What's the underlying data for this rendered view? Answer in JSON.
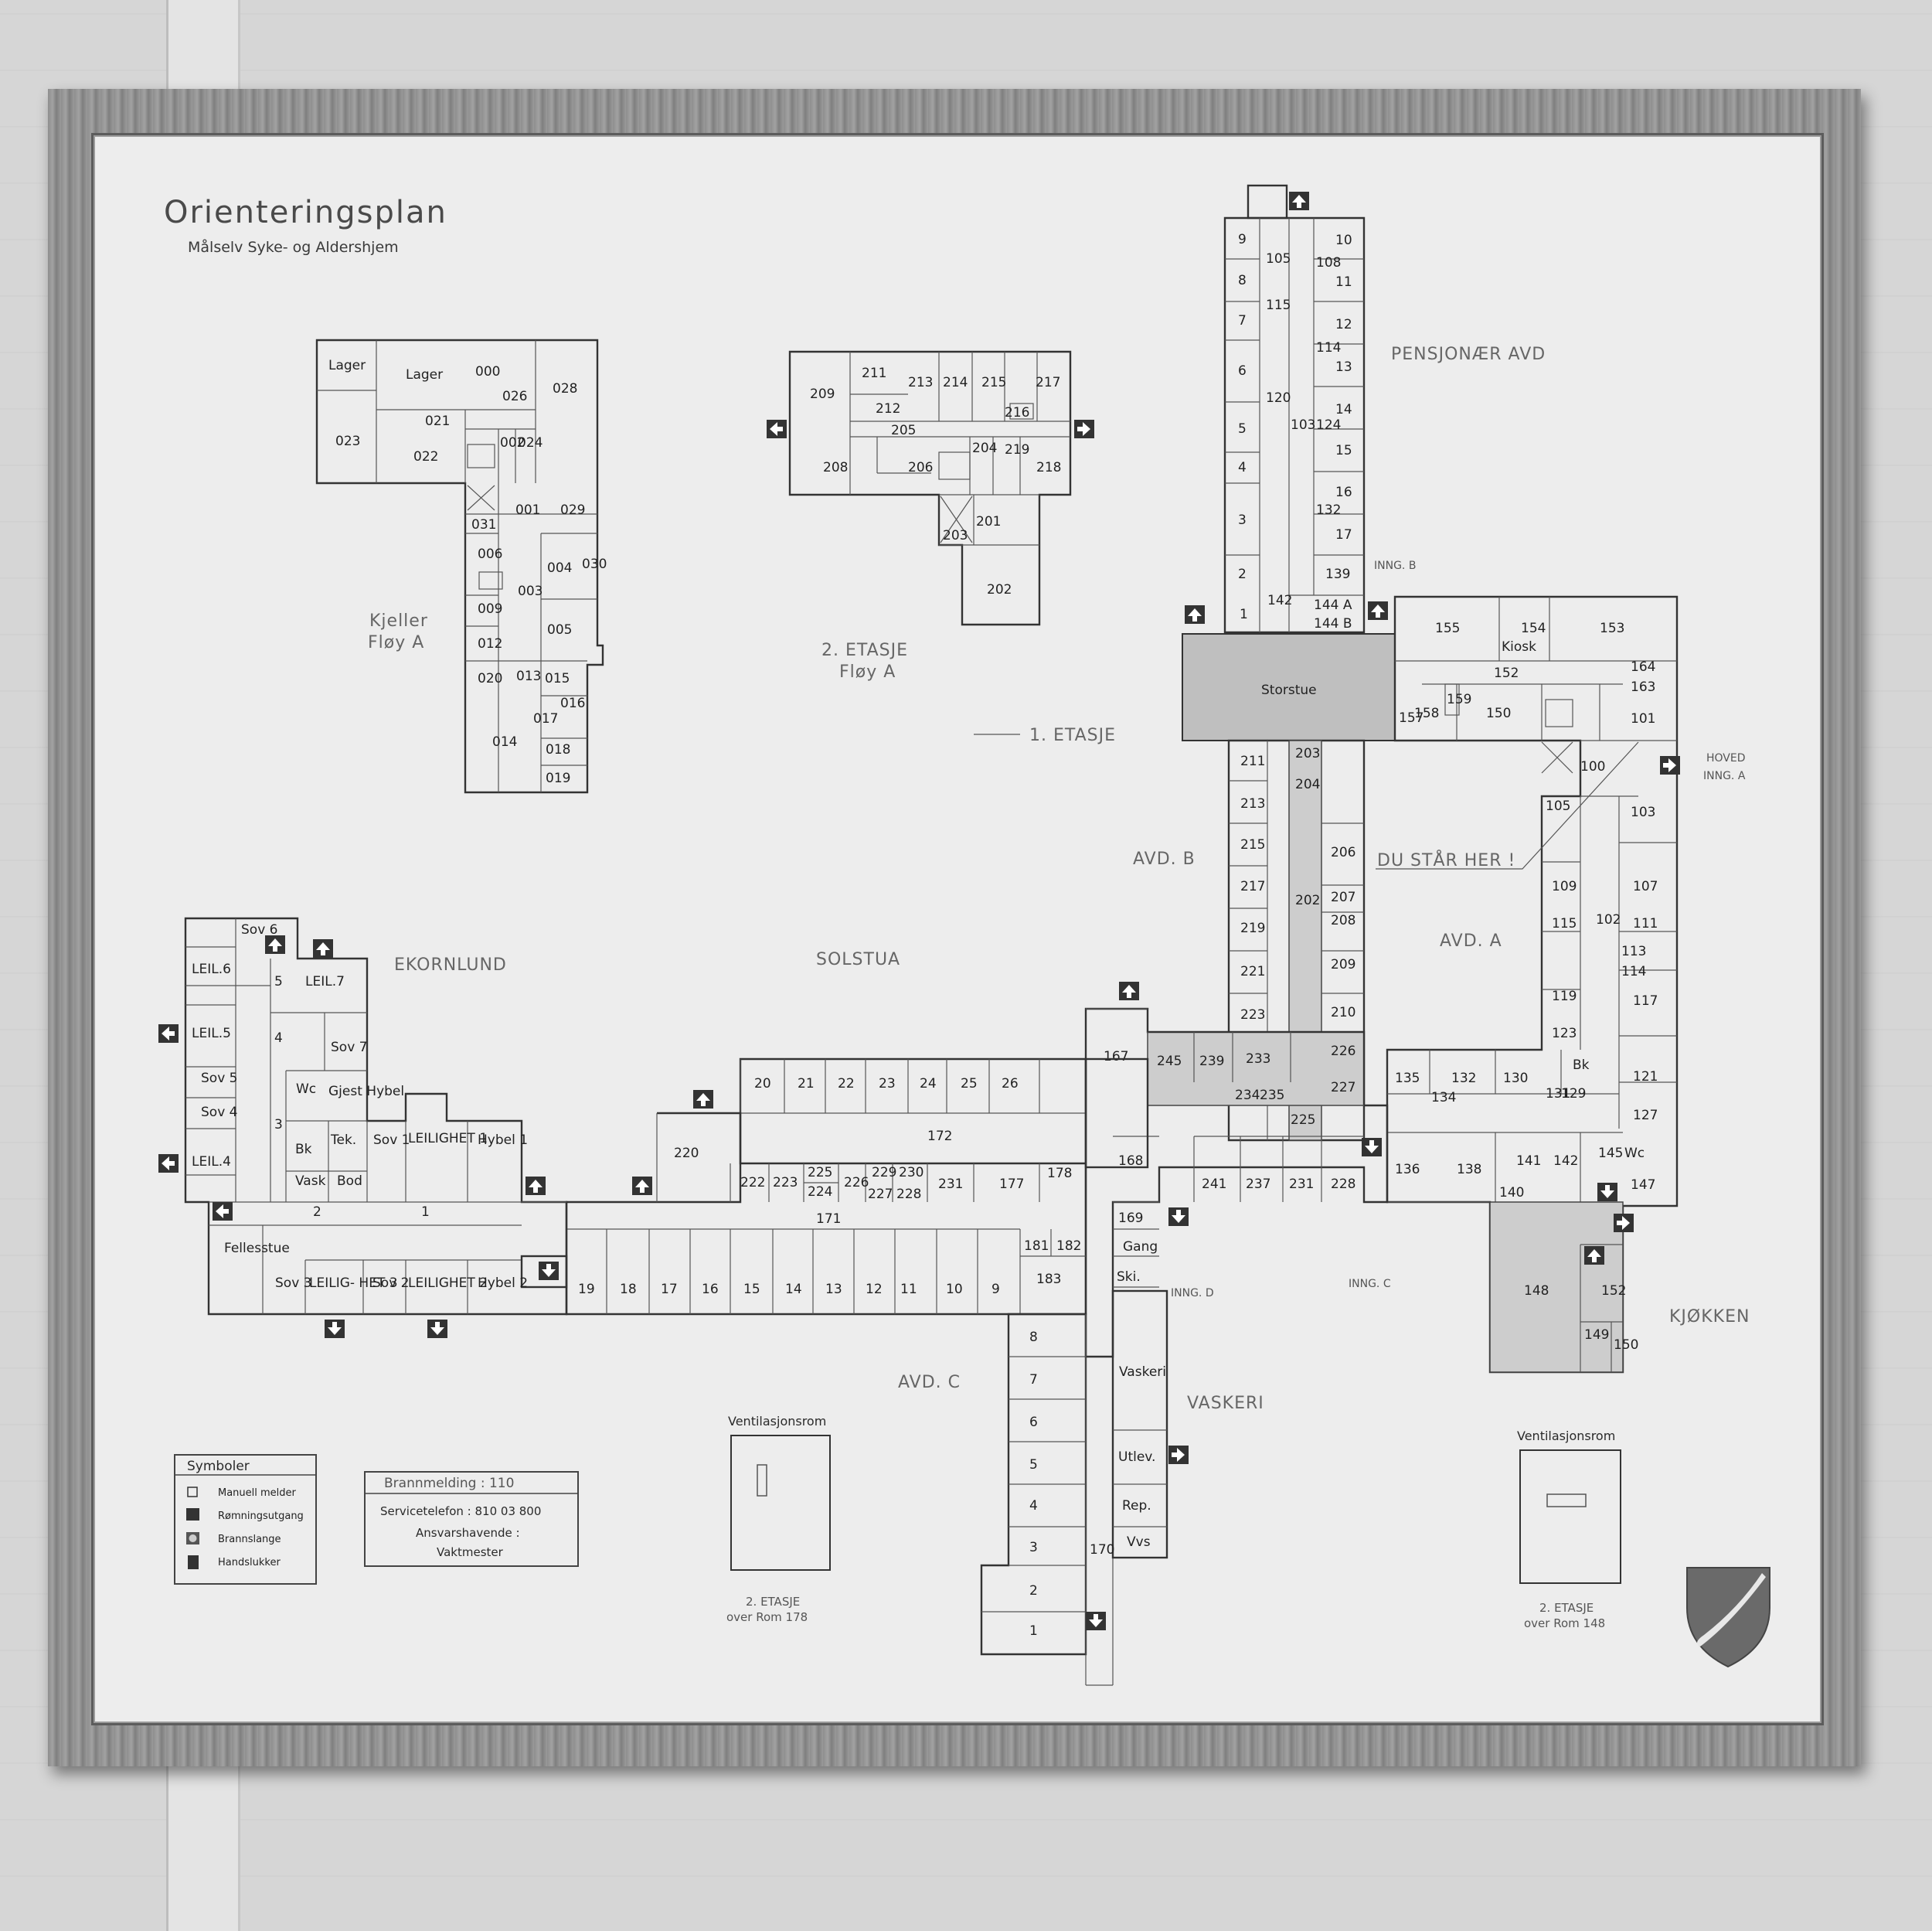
{
  "title": "Orienteringsplan",
  "subtitle": "Målselv Syke- og Aldershjem",
  "section_labels": {
    "kjeller": [
      "Kjeller",
      "Fløy A"
    ],
    "etasje2": [
      "2. ETASJE",
      "Fløy A"
    ],
    "etasje1": "1. ETASJE",
    "pensjonaer": "PENSJONÆR AVD",
    "avd_a": "AVD. A",
    "avd_b": "AVD. B",
    "avd_c": "AVD. C",
    "ekornlund": "EKORNLUND",
    "solstua": "SOLSTUA",
    "kjokken": "KJØKKEN",
    "vaskeri": "VASKERI",
    "du_star_her": "DU STÅR HER !",
    "inng_b": "INNG. B",
    "inng_c": "INNG. C",
    "inng_d": "INNG. D",
    "hoved_inng": [
      "HOVED",
      "INNG. A"
    ],
    "storstue": "Storstue"
  },
  "legend": {
    "title": "Symboler",
    "items": [
      "Manuell melder",
      "Rømningsutgang",
      "Brannslange",
      "Handslukker"
    ]
  },
  "info_box": {
    "brannmelding": "Brannmelding  :   110",
    "servicetelefon": "Servicetelefon  :  810 03 800",
    "ansvarshavende": "Ansvarshavende  :",
    "vaktmester": "Vaktmester"
  },
  "ventilasjon_left": {
    "title": "Ventilasjonsrom",
    "note1": "2. ETASJE",
    "note2": "over Rom 178"
  },
  "ventilasjon_right": {
    "title": "Ventilasjonsrom",
    "note1": "2. ETASJE",
    "note2": "over Rom 148"
  },
  "kjeller_rooms": [
    "Lager",
    "Lager",
    "000",
    "026",
    "028",
    "021",
    "023",
    "022",
    "002",
    "024",
    "031",
    "001",
    "029",
    "006",
    "004",
    "030",
    "009",
    "003",
    "005",
    "012",
    "020",
    "013",
    "015",
    "016",
    "017",
    "014",
    "018",
    "019"
  ],
  "etasje2_rooms": [
    "211",
    "213",
    "214",
    "215",
    "217",
    "209",
    "212",
    "216",
    "205",
    "219",
    "208",
    "206",
    "204",
    "218",
    "201",
    "203",
    "202"
  ],
  "pensjonaer_rooms": [
    "9",
    "8",
    "7",
    "6",
    "5",
    "4",
    "3",
    "2",
    "1",
    "10",
    "11",
    "12",
    "13",
    "14",
    "15",
    "16",
    "17",
    "105",
    "115",
    "120",
    "103",
    "124",
    "108",
    "114",
    "132",
    "139",
    "142",
    "144 A",
    "144 B"
  ],
  "avd_a_rooms": [
    "155",
    "154",
    "153",
    "Kiosk",
    "152",
    "164",
    "163",
    "157",
    "158",
    "159",
    "150",
    "101",
    "100",
    "105",
    "103",
    "109",
    "107",
    "115",
    "102",
    "111",
    "113",
    "114",
    "119",
    "117",
    "123",
    "121",
    "Bk",
    "135",
    "132",
    "130",
    "134",
    "131",
    "129",
    "127",
    "136",
    "138",
    "141",
    "142",
    "145",
    "Wc",
    "140",
    "147",
    "148",
    "152",
    "149",
    "150"
  ],
  "avd_b_rooms": [
    "211",
    "203",
    "204",
    "213",
    "215",
    "206",
    "217",
    "207",
    "219",
    "202",
    "208",
    "221",
    "209",
    "223",
    "210",
    "226",
    "245",
    "239",
    "233",
    "234",
    "235",
    "227",
    "225",
    "241",
    "237",
    "231",
    "228",
    "167",
    "168",
    "169",
    "Gang",
    "Ski."
  ],
  "solstua_rooms": [
    "20",
    "21",
    "22",
    "23",
    "24",
    "25",
    "26",
    "172",
    "220",
    "222",
    "223",
    "225",
    "224",
    "226",
    "229",
    "227",
    "230",
    "228",
    "231",
    "177",
    "178",
    "171",
    "181",
    "182",
    "183",
    "19",
    "18",
    "17",
    "16",
    "15",
    "14",
    "13",
    "12",
    "11",
    "10",
    "9"
  ],
  "avd_c_rooms": [
    "8",
    "7",
    "6",
    "5",
    "4",
    "3",
    "2",
    "1",
    "170",
    "Vaskeri",
    "Utlev.",
    "Rep.",
    "Vvs"
  ],
  "ekornlund_rooms": [
    "Sov 6",
    "LEIL.6",
    "LEIL.7",
    "5",
    "LEIL.5",
    "4",
    "Sov 7",
    "Sov 5",
    "Wc",
    "Gjest Hybel",
    "Sov 4",
    "3",
    "LEIL.4",
    "Tek.",
    "Sov 1",
    "LEILIGHET 1",
    "Hybel 1",
    "Bk",
    "Vask",
    "Bod",
    "2",
    "1",
    "Fellesstue",
    "Sov 3",
    "LEILIG- HET 3",
    "Sov 2",
    "LEILIGHET 2",
    "Hybel 2"
  ]
}
